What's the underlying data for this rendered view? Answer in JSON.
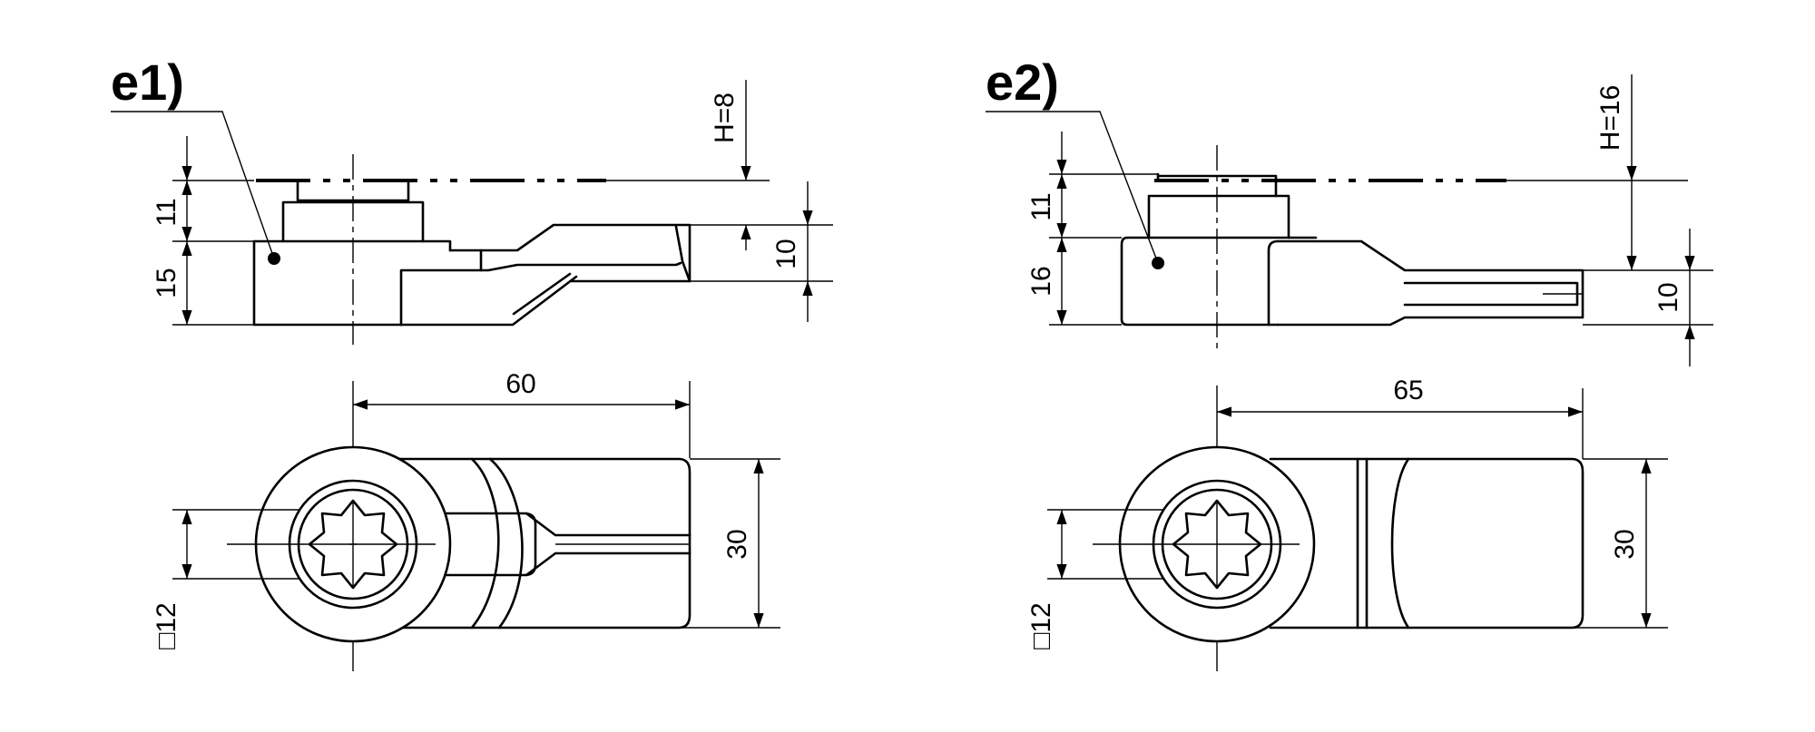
{
  "views": [
    {
      "label": "e1)",
      "dim_top_h": "H=8",
      "dim_left_upper": "11",
      "dim_left_lower": "15",
      "dim_right": "10",
      "dim_length": "60",
      "dim_width": "30",
      "dim_square": "□12"
    },
    {
      "label": "e2)",
      "dim_top_h": "H=16",
      "dim_left_upper": "11",
      "dim_left_lower": "16",
      "dim_right": "10",
      "dim_length": "65",
      "dim_width": "30",
      "dim_square": "□12"
    }
  ]
}
